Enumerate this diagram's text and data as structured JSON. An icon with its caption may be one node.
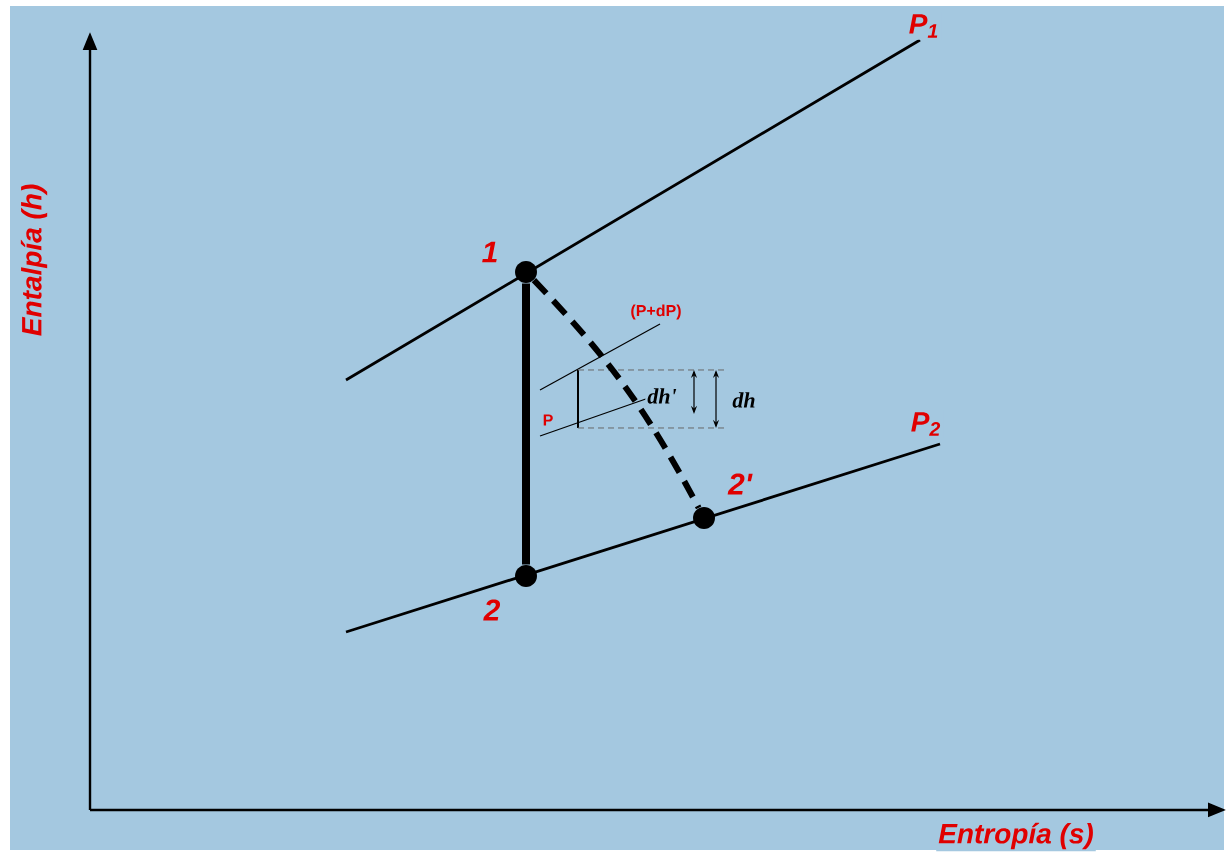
{
  "diagram": {
    "nodes": [
      {
        "text": [],
        "shape": "circle",
        "beside": [
          "1"
        ]
      },
      {
        "text": [],
        "shape": "circle",
        "beside": [
          "2"
        ]
      },
      {
        "text": [],
        "shape": "circle",
        "beside": [
          "2'"
        ]
      }
    ],
    "edges": [
      {
        "from": 0,
        "to": 1,
        "arrow": "none"
      },
      {
        "from": 0,
        "to": 2,
        "arrow": "none",
        "style": "dashed"
      }
    ],
    "labels": [
      "Entalpía (h)",
      "P$_{1}$",
      "(P+dP)",
      "P",
      "dh'",
      "dh",
      "P$_{2}$",
      "Entropía (s)"
    ]
  }
}
